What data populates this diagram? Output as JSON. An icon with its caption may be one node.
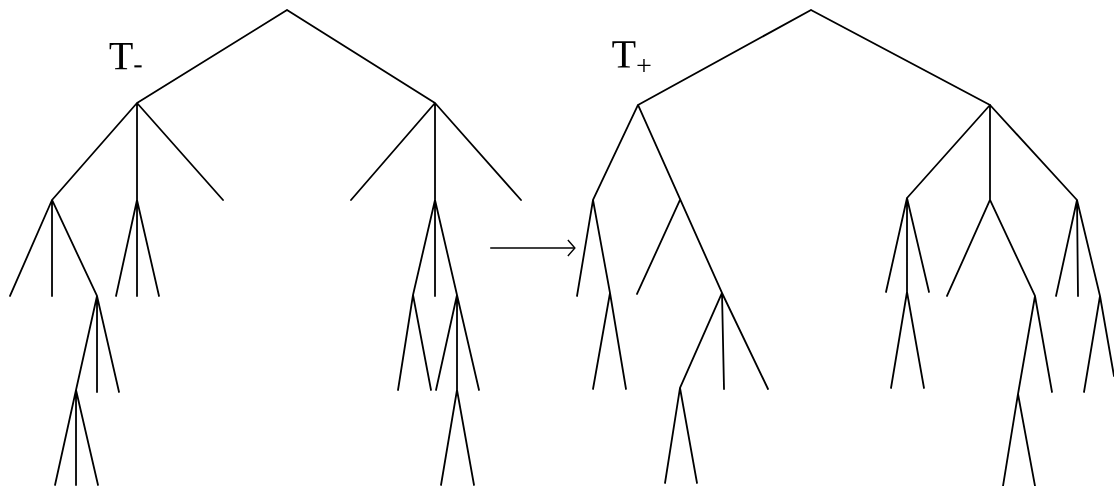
{
  "diagram": {
    "nodes": [
      {
        "text": [
          "T$_{-}$"
        ]
      },
      {
        "text": [
          "T$_{+}$"
        ]
      }
    ],
    "edges": [
      {
        "from": 0,
        "to": 1,
        "arrow": "to"
      }
    ]
  }
}
